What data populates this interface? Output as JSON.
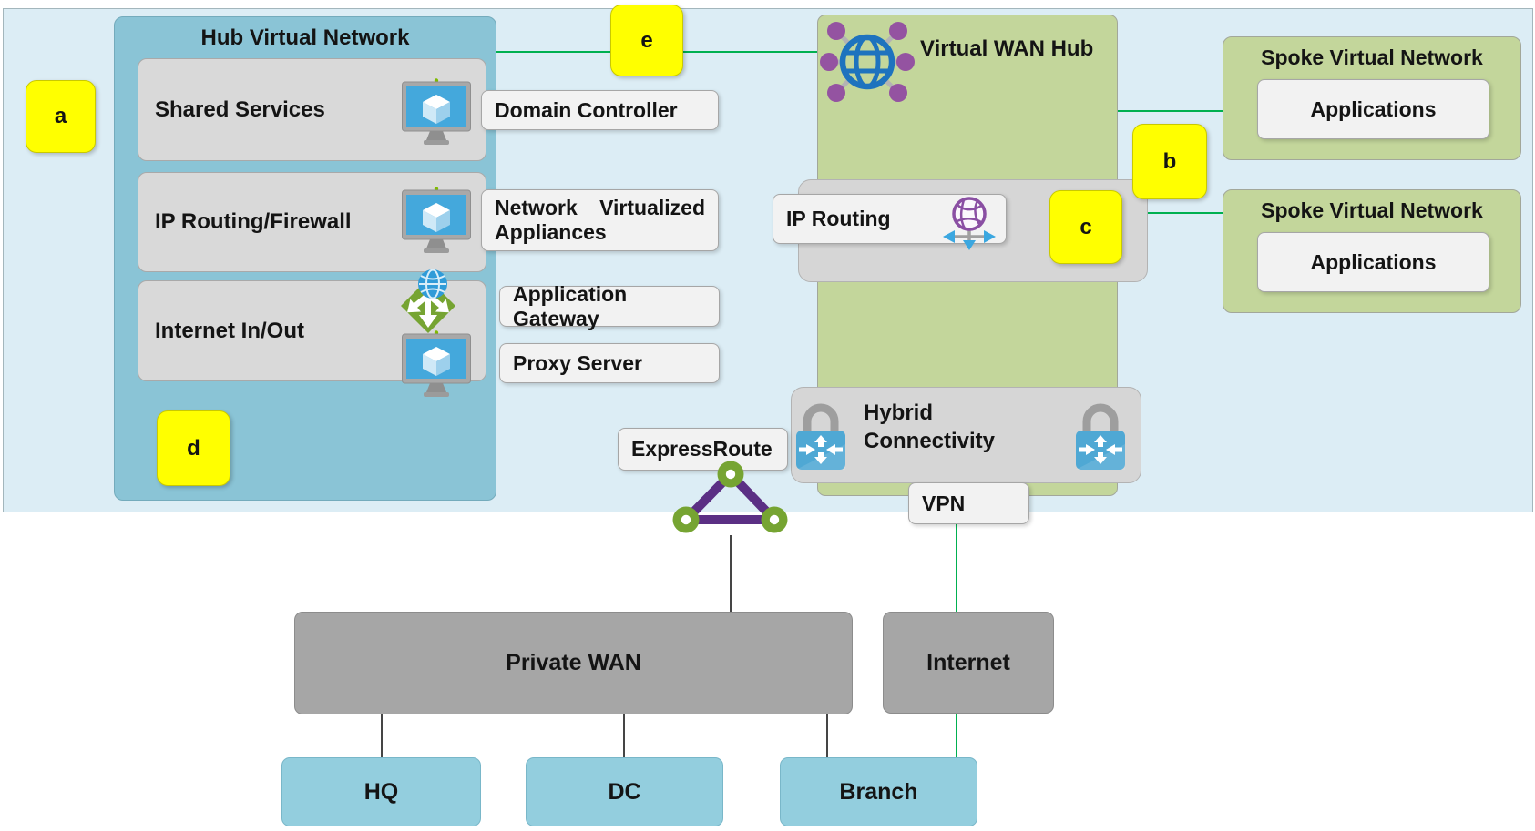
{
  "hub_vnet": {
    "title": "Hub Virtual Network",
    "rows": [
      {
        "label": "Shared Services"
      },
      {
        "label": "IP Routing/Firewall"
      },
      {
        "label": "Internet In/Out"
      }
    ]
  },
  "labels": {
    "domain_controller": "Domain Controller",
    "nva_word1": "Network",
    "nva_word2": "Virtualized",
    "nva_line2": "Appliances",
    "application_gateway": "Application Gateway",
    "proxy_server": "Proxy Server",
    "expressroute": "ExpressRoute",
    "vpn": "VPN",
    "ip_routing": "IP Routing"
  },
  "vwan_hub": {
    "title": "Virtual WAN Hub",
    "hybrid_line1": "Hybrid",
    "hybrid_line2": "Connectivity"
  },
  "spokes": [
    {
      "title": "Spoke Virtual Network",
      "application": "Applications"
    },
    {
      "title": "Spoke Virtual Network",
      "application": "Applications"
    }
  ],
  "bottom": {
    "private_wan": "Private WAN",
    "internet": "Internet",
    "hq": "HQ",
    "dc": "DC",
    "branch": "Branch"
  },
  "tags": {
    "a": "a",
    "b": "b",
    "c": "c",
    "d": "d",
    "e": "e"
  },
  "icons": [
    "virtual-machine-icon",
    "application-gateway-icon",
    "virtual-wan-icon",
    "routing-icon",
    "vpn-gateway-icon",
    "expressroute-icon"
  ],
  "colors": {
    "region_bg": "#dcedf5",
    "hub_teal": "#8ac4d6",
    "row_gray": "#d9d9d9",
    "container_gray": "#d6d6d6",
    "green_box": "#c3d69b",
    "label_bg": "#f2f2f2",
    "tag_yellow": "#ffff00",
    "dark_gray_box": "#a6a6a6",
    "site_blue": "#93cede",
    "line_green": "#00b050",
    "line_dark": "#454545",
    "vm_screen_blue": "#44a8dc",
    "gateway_green": "#76a432",
    "wan_globe_blue": "#1e73be",
    "node_purple": "#9453a1",
    "expressroute_purple": "#5b2f84",
    "lock_blue": "#4fa8d4"
  }
}
